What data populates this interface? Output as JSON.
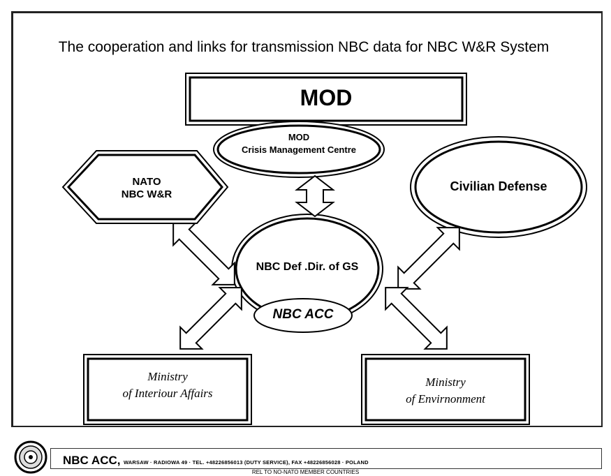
{
  "title": "The cooperation and links for transmission NBC data for NBC W&R System",
  "nodes": {
    "mod": "MOD",
    "mod_crisis_line1": "MOD",
    "mod_crisis_line2": "Crisis Management Centre",
    "nato_line1": "NATO",
    "nato_line2": "NBC W&R",
    "civilian_defense": "Civilian Defense",
    "nbc_def_dir": "NBC Def .Dir. of GS",
    "nbc_acc": "NBC ACC",
    "ministry_interior_line1": "Ministry",
    "ministry_interior_line2": "of Interiour  Affairs",
    "ministry_env_line1": "Ministry",
    "ministry_env_line2": "of Envirnonment"
  },
  "footer": {
    "name": "NBC ACC,",
    "address": "WARSAW · RADIOWA 49 ·  TEL. +48226856013 (DUTY SERVICE), FAX +48226856028 · POLAND",
    "distribution": "REL TO NO-NATO MEMBER COUNTRIES"
  }
}
